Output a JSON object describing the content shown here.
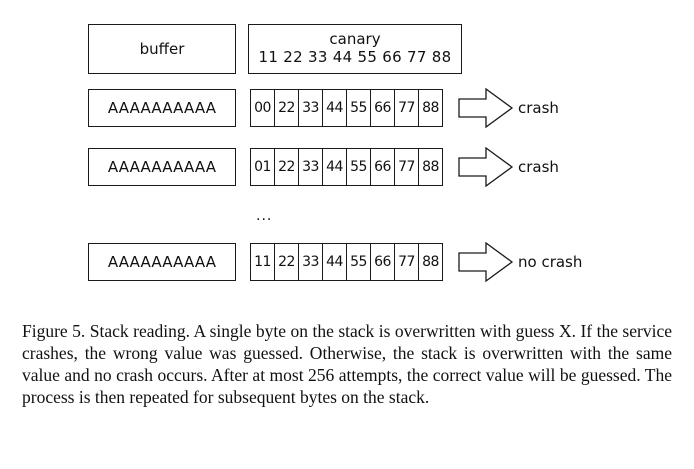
{
  "header": {
    "buffer_label": "buffer",
    "canary_title": "canary",
    "canary_bytes": "11 22 33 44 55 66 77 88"
  },
  "rows": [
    {
      "buffer": "AAAAAAAAAA",
      "bytes": [
        "00",
        "22",
        "33",
        "44",
        "55",
        "66",
        "77",
        "88"
      ],
      "result": "crash"
    },
    {
      "buffer": "AAAAAAAAAA",
      "bytes": [
        "01",
        "22",
        "33",
        "44",
        "55",
        "66",
        "77",
        "88"
      ],
      "result": "crash"
    },
    {
      "buffer": "AAAAAAAAAA",
      "bytes": [
        "11",
        "22",
        "33",
        "44",
        "55",
        "66",
        "77",
        "88"
      ],
      "result": "no crash"
    }
  ],
  "ellipsis": "...",
  "caption": "Figure 5.   Stack reading. A single byte on the stack is overwritten with guess X. If the service crashes, the wrong value was guessed. Otherwise, the stack is overwritten with the same value and no crash occurs. After at most 256 attempts, the correct value will be guessed. The process is then repeated for subsequent bytes on the stack."
}
